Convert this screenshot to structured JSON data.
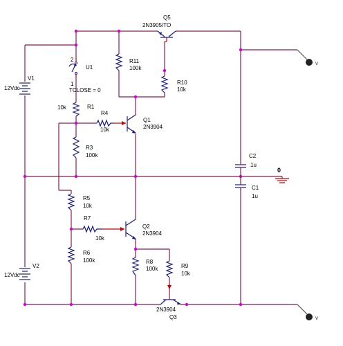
{
  "labels": {
    "q5": "Q5",
    "q5_model": "2N3905/TO",
    "u1": "U1",
    "u1_pin2": "2",
    "u1_pin1": "1",
    "tclose": "TCLOSE = 0",
    "v1": "V1",
    "v1_val": "12Vdc",
    "r11": "R11",
    "r11_val": "100k",
    "r10": "R10",
    "r10_val": "10k",
    "r1": "R1",
    "r1_val": "10k",
    "r4": "R4",
    "r4_val": "10k",
    "q1": "Q1",
    "q1_model": "2N3904",
    "r3": "R3",
    "r3_val": "100k",
    "c2": "C2",
    "c2_val": "1u",
    "gnd": "0",
    "c1": "C1",
    "c1_val": "1u",
    "r5": "R5",
    "r5_val": "10k",
    "r7": "R7",
    "r7_val": "10k",
    "q2": "Q2",
    "q2_model": "2N3904",
    "r6": "R6",
    "r6_val": "100k",
    "r8": "R8",
    "r8_val": "100k",
    "r9": "R9",
    "r9_val": "10k",
    "v2": "V2",
    "v2_val": "12Vdc",
    "q3_model": "2N3904",
    "q3": "Q3",
    "probe_top": "V",
    "probe_bottom": "V"
  },
  "colors": {
    "wire": "#8b1a4a",
    "component": "#1a1a8c",
    "pin": "#cc0000",
    "junction": "#d400d4"
  }
}
